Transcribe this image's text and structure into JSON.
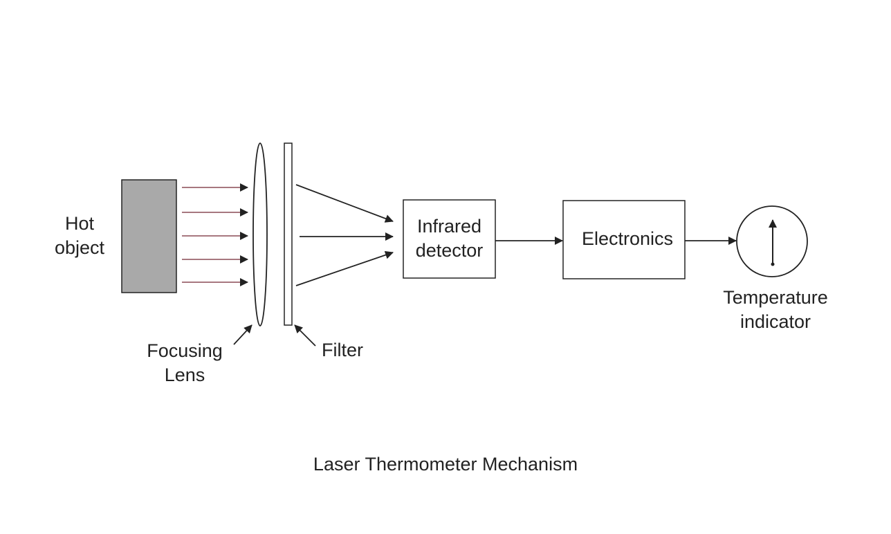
{
  "labels": {
    "hot_object_line1": "Hot",
    "hot_object_line2": "object",
    "focusing_lens_line1": "Focusing",
    "focusing_lens_line2": "Lens",
    "filter": "Filter",
    "detector_line1": "Infrared",
    "detector_line2": "detector",
    "electronics": "Electronics",
    "indicator_line1": "Temperature",
    "indicator_line2": "indicator"
  },
  "caption": "Laser Thermometer Mechanism",
  "colors": {
    "hot_object_fill": "#a9a9a9",
    "stroke": "#222222",
    "ray": "#8a4a55",
    "text": "#222222",
    "background": "#ffffff"
  }
}
